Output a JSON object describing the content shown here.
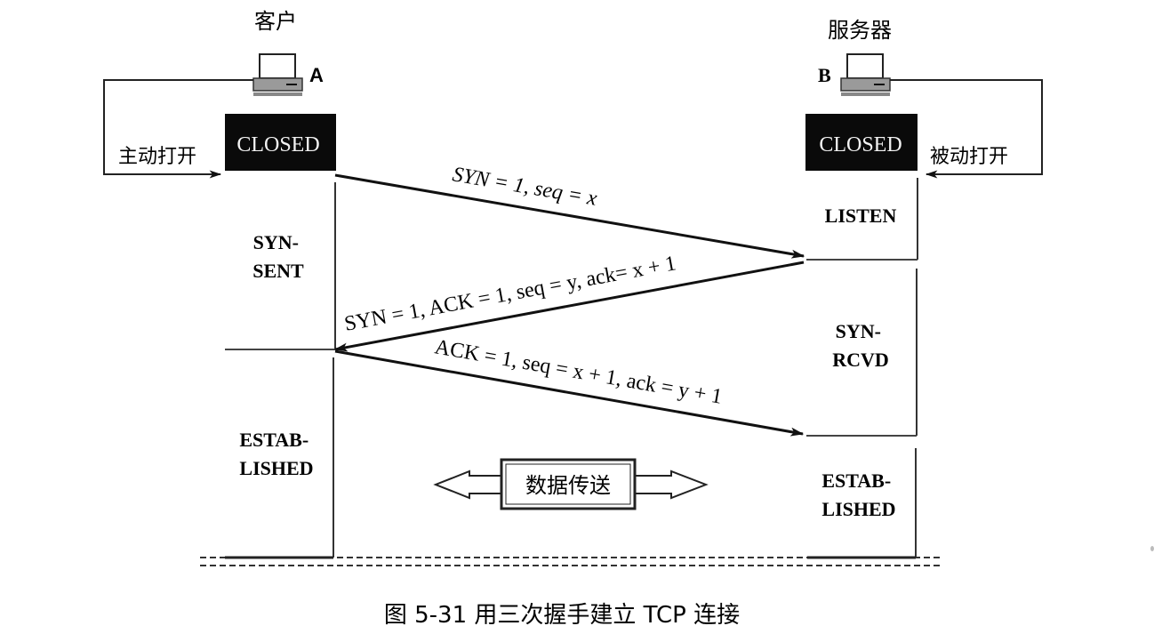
{
  "diagram": {
    "type": "sequence",
    "client": {
      "title": "客户",
      "host_label": "A",
      "initial_state": "CLOSED",
      "open_action": "主动打开",
      "states": [
        {
          "lines": [
            "SYN-",
            "SENT"
          ]
        },
        {
          "lines": [
            "ESTAB-",
            "LISHED"
          ]
        }
      ]
    },
    "server": {
      "title": "服务器",
      "host_label": "B",
      "initial_state": "CLOSED",
      "open_action": "被动打开",
      "states": [
        {
          "lines": [
            "LISTEN"
          ]
        },
        {
          "lines": [
            "SYN-",
            "RCVD"
          ]
        },
        {
          "lines": [
            "ESTAB-",
            "LISHED"
          ]
        }
      ]
    },
    "messages": [
      {
        "from": "A",
        "to": "B",
        "label": "SYN = 1, seq = x"
      },
      {
        "from": "B",
        "to": "A",
        "label": "SYN = 1, ACK = 1, seq = y, ack= x + 1"
      },
      {
        "from": "A",
        "to": "B",
        "label": "ACK = 1, seq = x + 1, ack = y + 1"
      }
    ],
    "data_transfer_label": "数据传送",
    "caption": "图 5-31  用三次握手建立 TCP 连接"
  }
}
